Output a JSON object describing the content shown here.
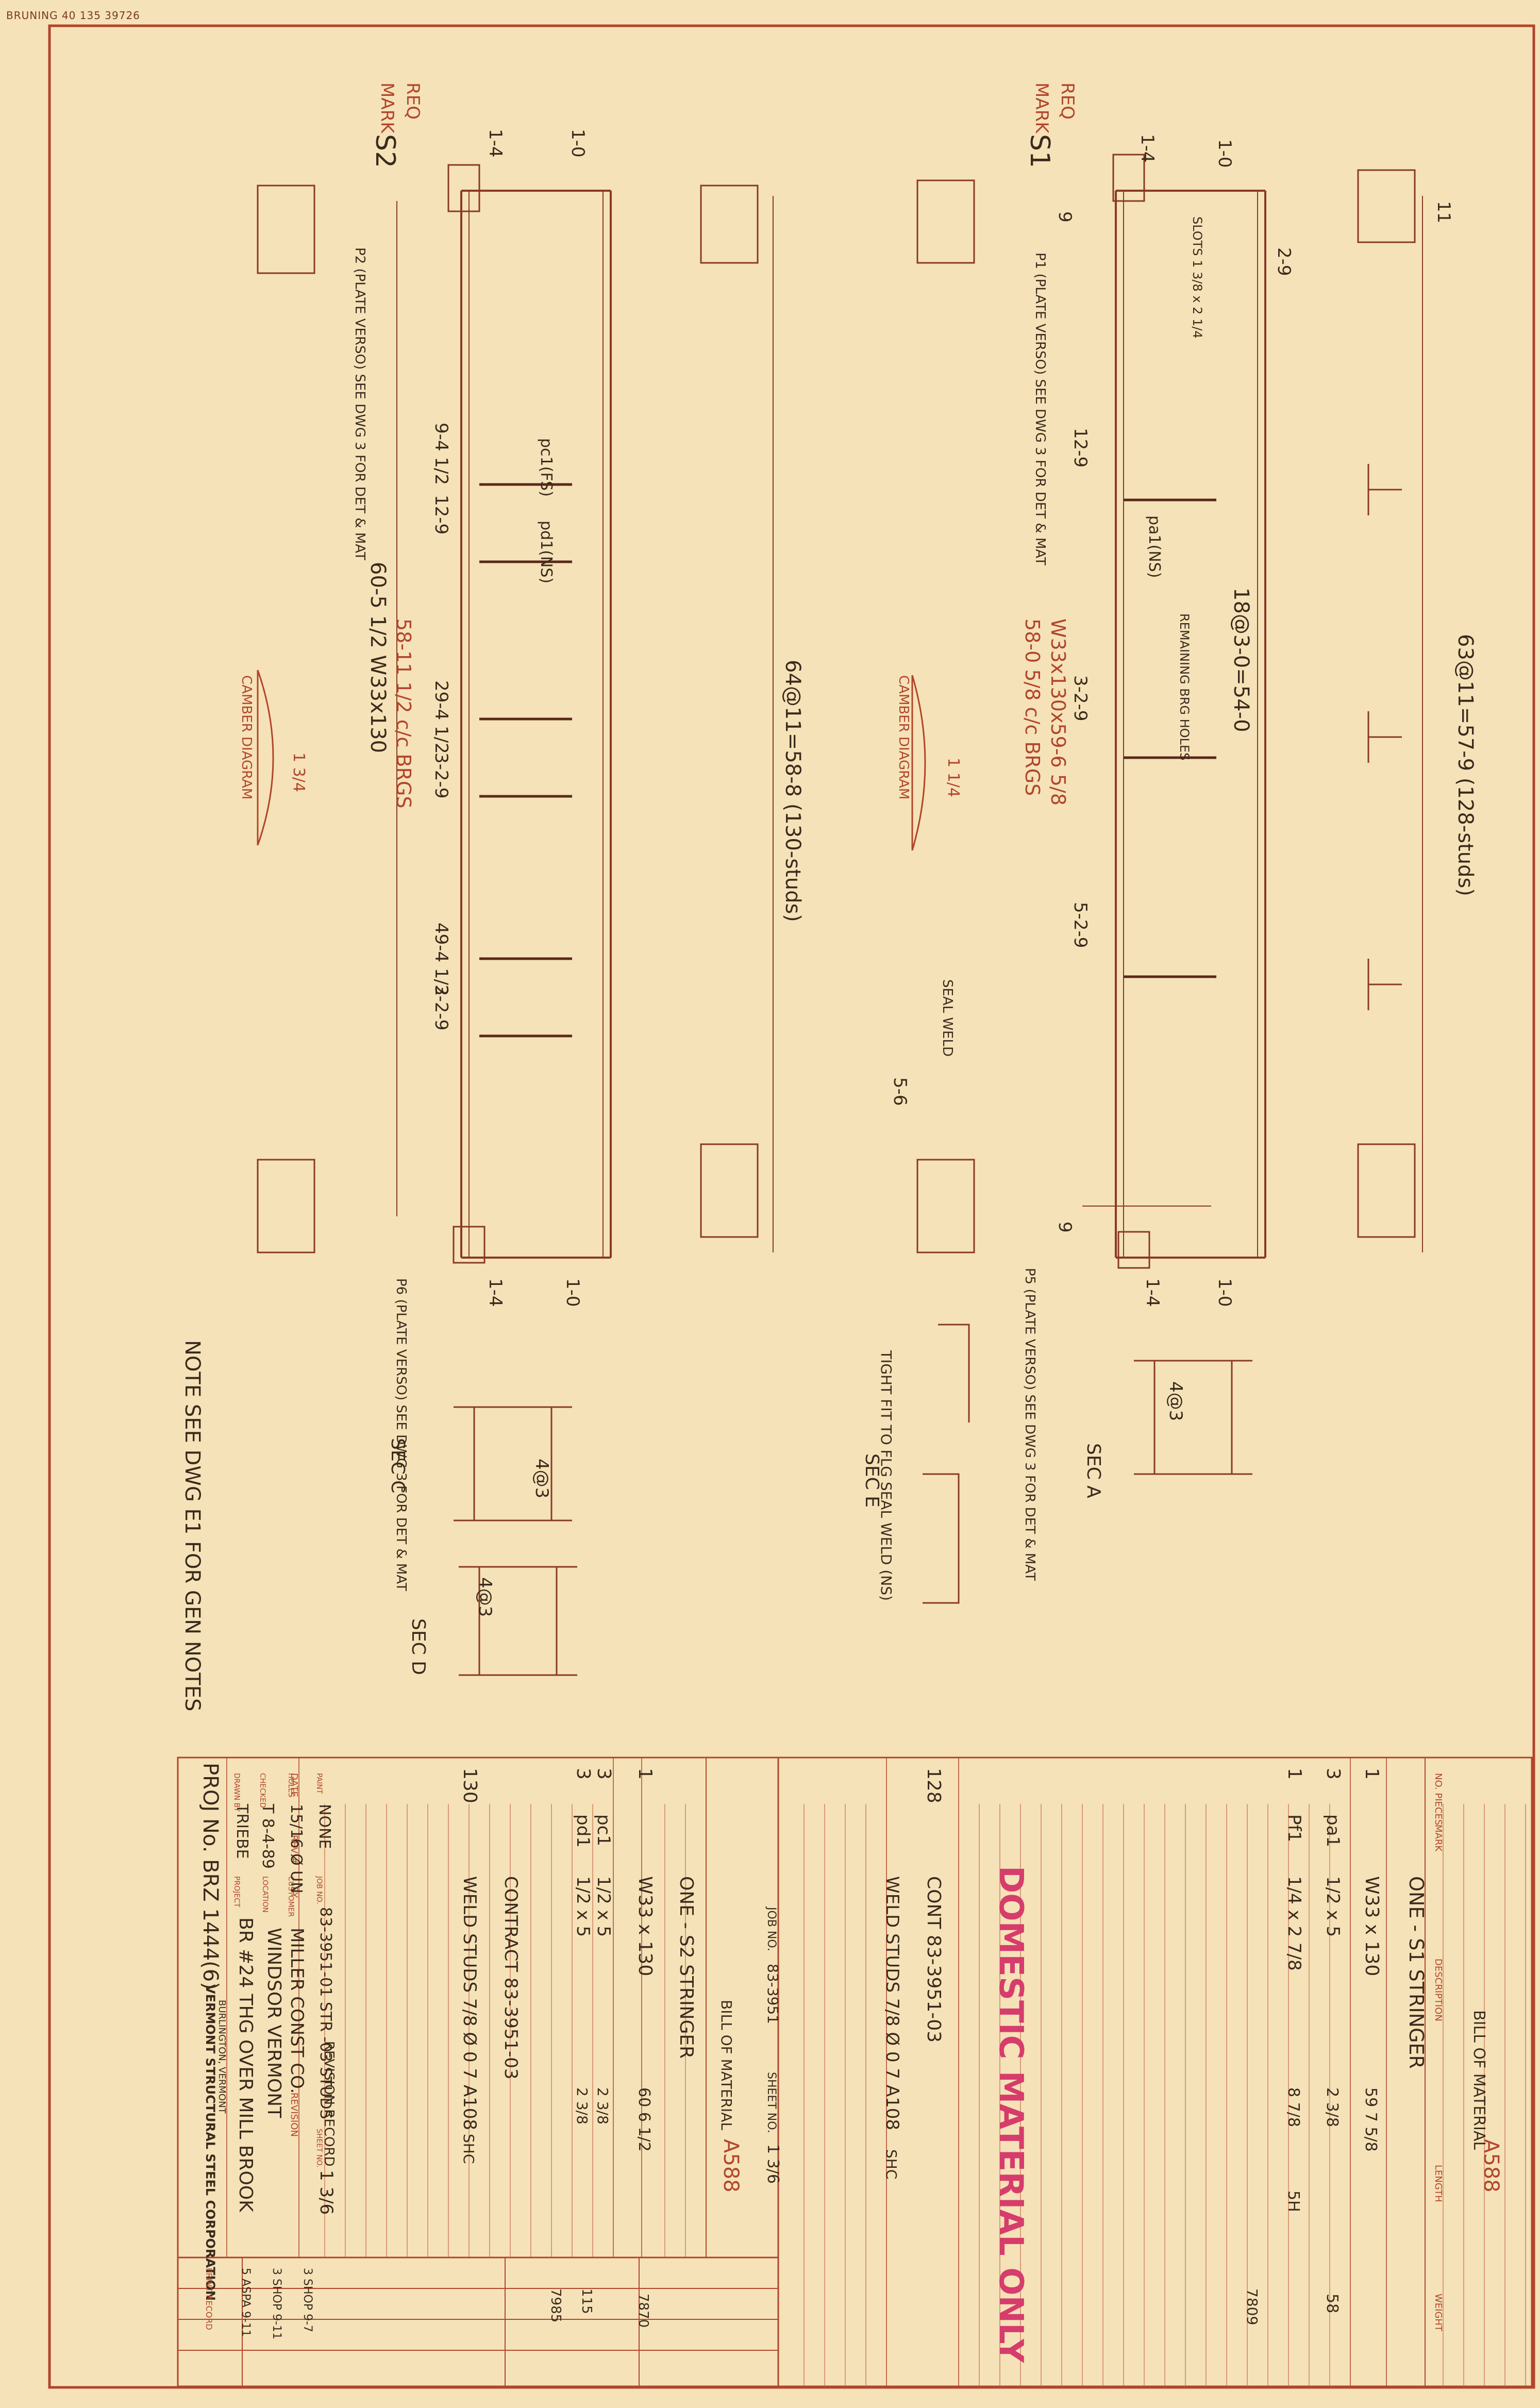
{
  "header": {
    "printer_mark": "BRUNING 40 135 39726"
  },
  "colors": {
    "paper": "#f5e2b8",
    "ink": "#3a2a1c",
    "frame": "#b2452c",
    "stamp": "#d63c6c"
  },
  "stringer_s1": {
    "mark_label": "MARK",
    "req_label": "REQ",
    "mark": "S1",
    "stud_spacing": "63@11=57-9 (128-studs)",
    "stiffener_spacing": "18@3-0=54-0",
    "member_desc": "58-0 5/8 c/c BRGS",
    "section": "W33x130x59-6 5/8",
    "camber": "CAMBER DIAGRAM",
    "camber_val": "1 1/4",
    "plate_note": "P1 (PLATE VERSO) SEE DWG 3 FOR DET & MAT",
    "plate_note_2": "P5 (PLATE VERSO) SEE DWG 3 FOR DET & MAT",
    "stiff_label": "pa1(NS)",
    "remaining": "REMAINING BRG HOLES",
    "dims": [
      "1-4",
      "1-0",
      "9",
      "2-9",
      "12-9",
      "3-2-9",
      "5-2-9",
      "5-6",
      "1-4",
      "1-0",
      "9",
      "11"
    ],
    "slots": "SLOTS 1 3/8 x 2 1/4"
  },
  "stringer_s2": {
    "mark": "S2",
    "stud_spacing": "64@11=58-8 (130-studs)",
    "span": "60-5 1/2 W33x130",
    "member_desc": "58-11 1/2 c/c BRGS",
    "camber": "CAMBER DIAGRAM",
    "camber_val": "1 3/4",
    "plate_note": "P2 (PLATE VERSO) SEE DWG 3 FOR DET & MAT",
    "plate_note_2": "P6 (PLATE VERSO) SEE DWG 3 FOR DET & MAT",
    "stiff_label": "pd1(NS)",
    "stiff_label_2": "pc1(FS)",
    "dims": [
      "1-4",
      "1-0",
      "9-4 1/2",
      "12-9",
      "29-4 1/2",
      "3-2-9",
      "49-4 1/2",
      "3-2-9",
      "1-0",
      "1-4"
    ]
  },
  "sections": {
    "a": "SEC A",
    "c": "SEC C",
    "d": "SEC D",
    "e": "SEC E",
    "spacing": "4@3",
    "tight_fit": "TIGHT FIT TO FLG SEAL WELD (NS)",
    "seal_weld": "SEAL WELD"
  },
  "note": "NOTE  SEE DWG E1 FOR GEN NOTES",
  "bom_s1": {
    "title": "BILL OF MATERIAL",
    "grade": "A588",
    "headers": [
      "NO. PIECES",
      "MARK",
      "DESCRIPTION",
      "LENGTH",
      "WEIGHT"
    ],
    "rows": [
      {
        "qty": "",
        "mark": "",
        "desc": "ONE - S1  STRINGER",
        "length": "",
        "weight": ""
      },
      {
        "qty": "1",
        "mark": "",
        "desc": "W33 x 130",
        "length": "59 7 5/8",
        "weight": ""
      },
      {
        "qty": "3",
        "mark": "pa1",
        "desc": "1/2 x 5",
        "length": "2 3/8",
        "weight": "58"
      },
      {
        "qty": "1",
        "mark": "Pf1",
        "desc": "1/4 x 2 7/8",
        "length": "8 7/8",
        "weight": "5H"
      },
      {
        "qty": "",
        "mark": "",
        "desc": "",
        "length": "",
        "weight": "7809"
      },
      {
        "qty": "128",
        "mark": "",
        "desc": "CONT 83-3951-03",
        "length": "",
        "weight": ""
      },
      {
        "qty": "",
        "mark": "",
        "desc": "WELD STUDS 7/8 Ø 0 7 A108",
        "length": "",
        "weight": "SHC"
      }
    ],
    "stamp": "DOMESTIC MATERIAL ONLY"
  },
  "bom_s2": {
    "title": "BILL OF MATERIAL",
    "grade": "A588",
    "job_label": "JOB NO.",
    "job": "83-3951",
    "sheet_label": "SHEET NO.",
    "sheet": "1 3/6",
    "rows": [
      {
        "qty": "",
        "mark": "",
        "desc": "ONE - S2  STRINGER",
        "length": "",
        "weight": ""
      },
      {
        "qty": "1",
        "mark": "",
        "desc": "W33 x 130",
        "length": "60 6 1/2",
        "weight": "7870"
      },
      {
        "qty": "3",
        "mark": "pc1",
        "desc": "1/2 x 5",
        "length": "2 3/8",
        "weight": ""
      },
      {
        "qty": "3",
        "mark": "pd1",
        "desc": "1/2 x 5",
        "length": "2 3/8",
        "weight": "115"
      },
      {
        "qty": "",
        "mark": "",
        "desc": "",
        "length": "",
        "weight": "7985"
      },
      {
        "qty": "",
        "mark": "",
        "desc": "CONTRACT 83-3951-03",
        "length": "",
        "weight": ""
      },
      {
        "qty": "130",
        "mark": "",
        "desc": "WELD STUDS 7/8 Ø 0 7 A108",
        "length": "",
        "weight": "SHC"
      }
    ]
  },
  "revision": {
    "title": "REVISION RECORD",
    "headers": [
      "DATE",
      "REV #",
      "BY",
      "REVISION"
    ]
  },
  "title_block": {
    "proj_no": "PROJ No. BRZ 1444(6)",
    "company": "VERMONT STRUCTURAL STEEL CORPORATION",
    "company_city": "BURLINGTON, VERMONT",
    "project_label": "PROJECT",
    "project": "BR #24 THG OVER MILL BROOK",
    "location_label": "LOCATION",
    "location": "WINDSOR VERMONT",
    "customer_label": "CUSTOMER",
    "customer": "MILLER CONST CO.",
    "drawn_label": "DRAWN BY",
    "drawn": "TRIEBE",
    "checked_label": "CHECKED",
    "checked": "T  8-4-89",
    "holes_label": "HOLES",
    "holes": "15/16 Ø UN",
    "paint_label": "PAINT",
    "paint": "NONE",
    "job_label": "JOB NO.",
    "job": "83-3951-01 STR  -03 STUDS",
    "sheet_label": "SHEET NO.",
    "sheet": "1 3/6",
    "print_record": "PRINT RECORD",
    "print_rows": [
      "5  ASPA 9-11",
      "3  SHOP 9-11",
      "3  SHOP 9-7"
    ]
  }
}
